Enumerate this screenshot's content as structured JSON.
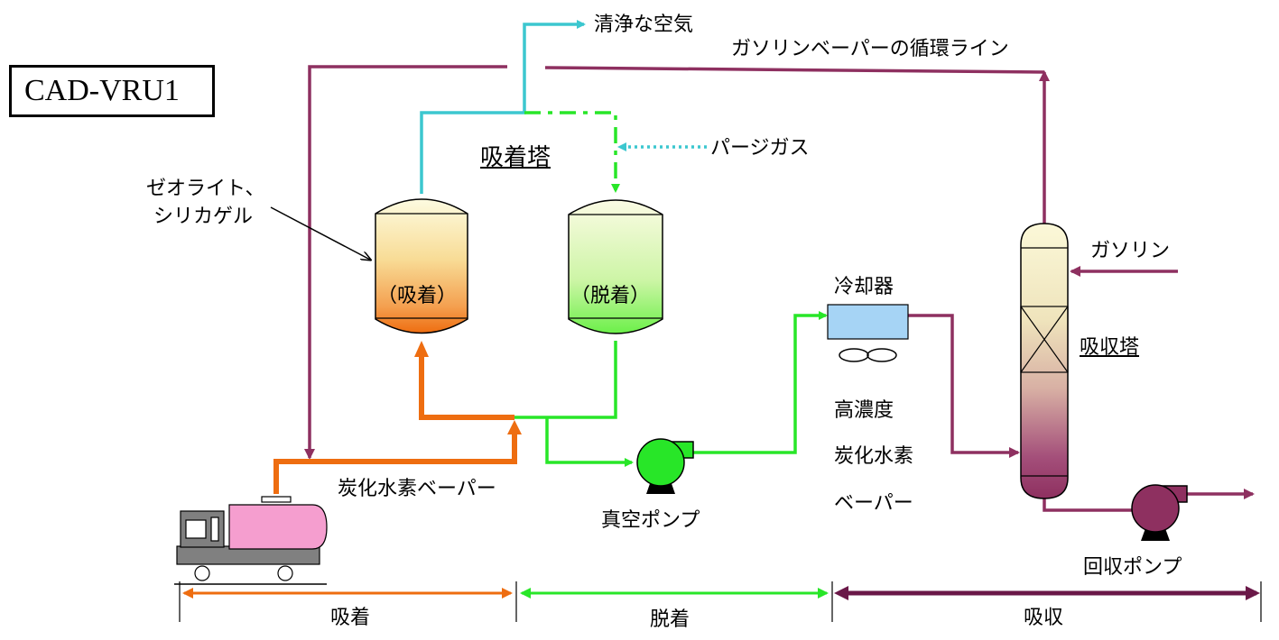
{
  "title_box": "CAD-VRU1",
  "labels": {
    "clean_air": "清浄な空気",
    "recycle_line": "ガソリンベーパーの循環ライン",
    "adsorber": "吸着塔",
    "purge_gas": "パージガス",
    "zeolite_line1": "ゼオライト、",
    "zeolite_line2": "シリカゲル",
    "vessel_adsorb": "（吸着）",
    "vessel_desorb": "（脱着）",
    "cooler": "冷却器",
    "gasoline": "ガソリン",
    "absorber": "吸収塔",
    "hc_line1": "高濃度",
    "hc_line2": "炭化水素",
    "hc_line3": "ベーパー",
    "hc_vapor": "炭化水素ベーパー",
    "vacuum_pump": "真空ポンプ",
    "recovery_pump": "回収ポンプ",
    "phase_adsorb": "吸着",
    "phase_desorb": "脱着",
    "phase_absorb": "吸収"
  },
  "colors": {
    "cyan": "#3cc7cf",
    "green": "#28e628",
    "orange": "#ee6d10",
    "purple": "#8e3060",
    "dark_purple": "#6a1848",
    "pink": "#f59ecf",
    "cooler_blue": "#a6d4f5",
    "gray": "#808080"
  }
}
